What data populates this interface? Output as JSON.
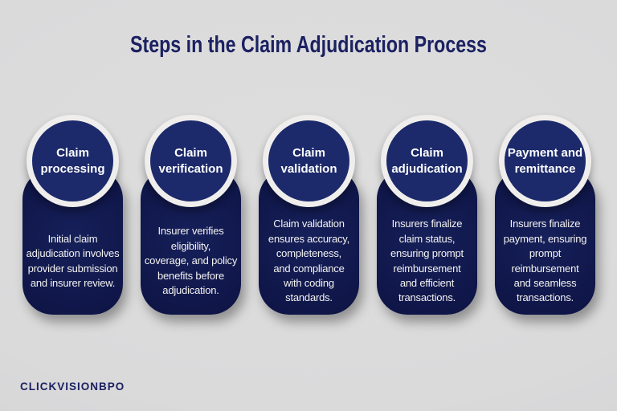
{
  "header": {
    "title": "Steps in the Claim Adjudication Process"
  },
  "steps": [
    {
      "title": "Claim\nprocessing",
      "description": "Initial claim\nadjudication involves\nprovider submission\nand insurer review."
    },
    {
      "title": "Claim\nverification",
      "description": "Insurer verifies\neligibility,\ncoverage, and policy\nbenefits before\nadjudication."
    },
    {
      "title": "Claim\nvalidation",
      "description": "Claim validation\nensures accuracy,\ncompleteness,\nand compliance\nwith coding\nstandards."
    },
    {
      "title": "Claim\nadjudication",
      "description": "Insurers finalize\nclaim status,\nensuring prompt\nreimbursement\nand efficient\ntransactions."
    },
    {
      "title": "Payment and\nremittance",
      "description": "Insurers finalize\npayment, ensuring\nprompt\nreimbursement\nand seamless\ntransactions."
    }
  ],
  "footer": {
    "logo_text": "CLICKVISIONBPO"
  },
  "colors": {
    "background": "#dadadb",
    "title_navy": "#1b2161",
    "circle_navy": "#1c2a6b",
    "card_navy": "#0e1445",
    "ring_white": "#efeeec",
    "body_text": "#f4f3f1"
  }
}
